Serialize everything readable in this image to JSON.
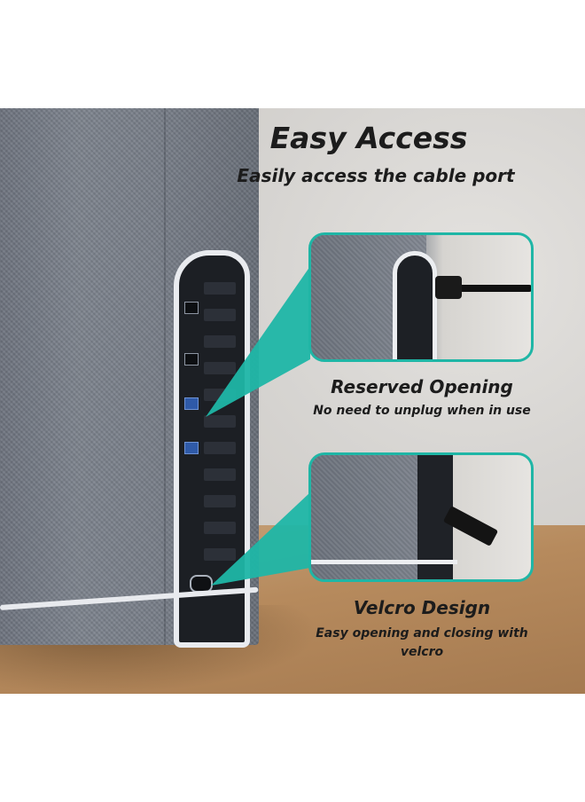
{
  "header": {
    "title": "Easy Access",
    "subtitle": "Easily access the cable port"
  },
  "features": [
    {
      "title": "Reserved Opening",
      "description": "No need to unplug when in use"
    },
    {
      "title": "Velcro Design",
      "description": "Easy opening and closing with velcro"
    }
  ],
  "colors": {
    "accent": "#1fb6a6",
    "fabric": "#777d87",
    "text": "#1c1c1c",
    "table": "#b68a5d"
  },
  "icons": [
    "lan-port-icon",
    "usb-port-icon",
    "power-socket-icon",
    "velcro-strap-icon"
  ]
}
